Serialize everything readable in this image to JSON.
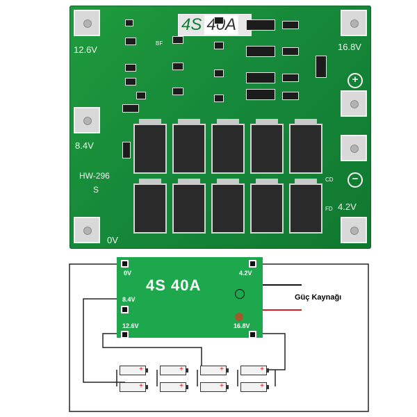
{
  "board": {
    "brand_cells": "4S",
    "brand_amps": "40A",
    "model": "HW-296",
    "mark_s": "S",
    "mark_bf": "BF",
    "mark_cd": "CD",
    "mark_fd": "FD",
    "pads": {
      "v12_6": "12.6V",
      "v8_4": "8.4V",
      "v0": "0V",
      "v16_8": "16.8V",
      "v4_2": "4.2V"
    },
    "plus_symbol": "+",
    "minus_symbol": "−"
  },
  "diagram": {
    "title": "4S 40A",
    "pads": {
      "v0": "0V",
      "v4_2": "4.2V",
      "v8_4": "8.4V",
      "v12_6": "12.6V",
      "v16_8": "16.8V"
    },
    "power_source_label": "Güç Kaynağı",
    "wire_colors": {
      "outline": "#222222",
      "positive": "#d71920",
      "negative": "#111111",
      "board": "#1ea84d"
    },
    "battery_cells": [
      {
        "mark": "+"
      },
      {
        "mark": "+"
      },
      {
        "mark": "+"
      },
      {
        "mark": "+"
      },
      {
        "mark": "+"
      },
      {
        "mark": "+"
      },
      {
        "mark": "+"
      },
      {
        "mark": "+"
      }
    ]
  }
}
